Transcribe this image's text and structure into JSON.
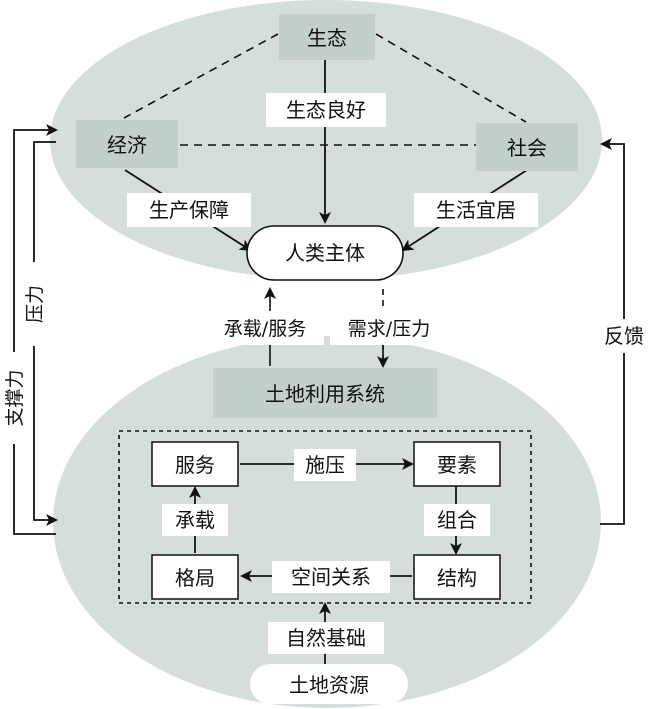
{
  "top": {
    "ecology": "生态",
    "economy": "经济",
    "society": "社会",
    "good_ecology": "生态良好",
    "production": "生产保障",
    "living": "生活宜居",
    "human_subject": "人类主体"
  },
  "middle": {
    "carry_service": "承载/服务",
    "demand_pressure": "需求/压力"
  },
  "left": {
    "pressure": "压力",
    "support": "支撑力"
  },
  "right": {
    "feedback": "反馈"
  },
  "bottom": {
    "system": "土地利用系统",
    "service": "服务",
    "element": "要素",
    "pattern": "格局",
    "structure": "结构",
    "apply_pressure": "施压",
    "carry": "承载",
    "combine": "组合",
    "spatial": "空间关系",
    "natural_base": "自然基础",
    "land_resource": "土地资源"
  },
  "colors": {
    "ellipse": "#d6dedd",
    "node_fill": "#c3cfcd",
    "line": "#111111",
    "white": "#ffffff"
  }
}
